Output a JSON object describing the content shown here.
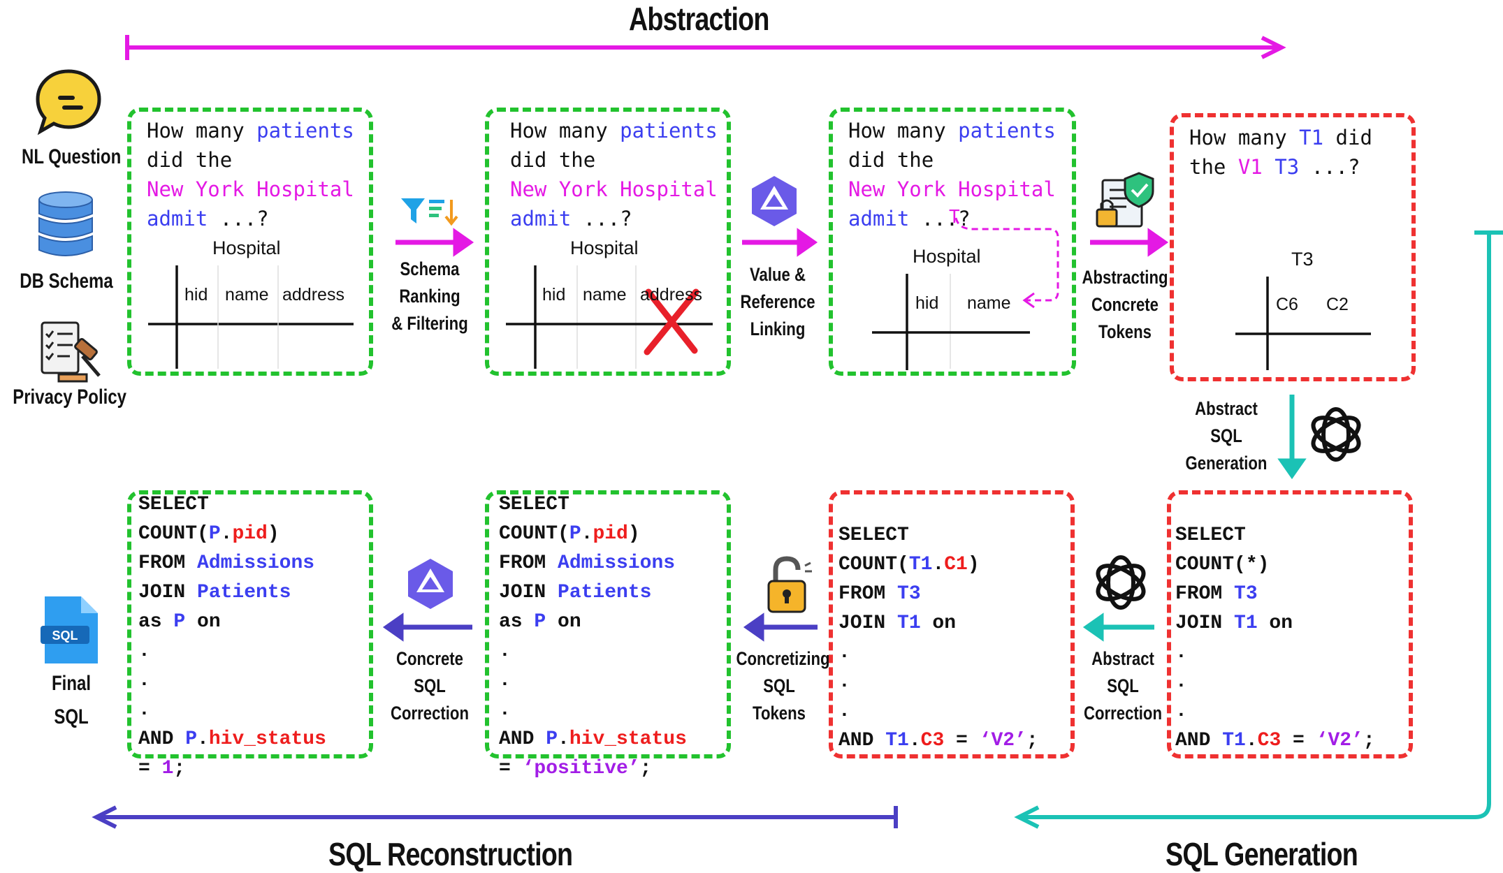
{
  "headings": {
    "abstraction": "Abstraction",
    "sql_reconstruction": "SQL Reconstruction",
    "sql_generation": "SQL Generation"
  },
  "inputs": {
    "nl_question": "NL Question",
    "db_schema": "DB Schema",
    "privacy_policy": "Privacy Policy",
    "final_sql": [
      "Final",
      "SQL"
    ],
    "sql_file_tag": "SQL"
  },
  "question": {
    "line1_a": "How many ",
    "line1_b": "patients",
    "line2": "did the",
    "line3": "New York Hospital",
    "line4_a": "admit",
    "line4_b": " ...?"
  },
  "abstract_question": {
    "line1_a": "How many ",
    "line1_b": "T1",
    "line1_c": " did",
    "line2_a": "the ",
    "line2_b": "V1",
    "line2_c": "T3",
    "line2_d": " ...?"
  },
  "mini_cursor": "T",
  "tables": {
    "hospital": "Hospital",
    "hid": "hid",
    "name": "name",
    "address": "address",
    "t3": "T3",
    "c6": "C6",
    "c2": "C2"
  },
  "step_labels": {
    "schema_ranking": [
      "Schema",
      "Ranking",
      "& Filtering"
    ],
    "value_linking": [
      "Value &",
      "Reference",
      "Linking"
    ],
    "abstracting": [
      "Abstracting",
      "Concrete",
      "Tokens"
    ],
    "abstract_generation": [
      "Abstract",
      "SQL",
      "Generation"
    ],
    "abstract_correction": [
      "Abstract",
      "SQL",
      "Correction"
    ],
    "concretizing": [
      "Concretizing",
      "SQL",
      "Tokens"
    ],
    "concrete_correction": [
      "Concrete",
      "SQL",
      "Correction"
    ]
  },
  "sql_final": {
    "l1": "SELECT",
    "l2_a": "COUNT(",
    "l2_b": "P",
    "l2_c": ".",
    "l2_d": "pid",
    "l2_e": ")",
    "l3_a": "FROM ",
    "l3_b": "Admissions",
    "l4_a": "JOIN ",
    "l4_b": "Patients",
    "l5_a": "as ",
    "l5_b": "P",
    "l5_c": " on",
    "dot": ".",
    "l9_a": "AND ",
    "l9_b": "P",
    "l9_c": ".",
    "l9_d": "hiv_status",
    "l10_a": "= ",
    "l10_b": "1",
    "l10_c": ";"
  },
  "sql_concrete": {
    "l1": "SELECT",
    "l2_a": "COUNT(",
    "l2_b": "P",
    "l2_c": ".",
    "l2_d": "pid",
    "l2_e": ")",
    "l3_a": "FROM ",
    "l3_b": "Admissions",
    "l4_a": "JOIN ",
    "l4_b": "Patients",
    "l5_a": "as ",
    "l5_b": "P",
    "l5_c": " on",
    "dot": ".",
    "l9_a": "AND ",
    "l9_b": "P",
    "l9_c": ".",
    "l9_d": "hiv_status",
    "l10_a": "= ",
    "l10_b": "‘positive’",
    "l10_c": ";"
  },
  "sql_abstract_corrected": {
    "l1": "SELECT",
    "l2_a": "COUNT(",
    "l2_b": "T1",
    "l2_c": ".",
    "l2_d": "C1",
    "l2_e": ")",
    "l3_a": "FROM ",
    "l3_b": "T3",
    "l4_a": "JOIN ",
    "l4_b": "T1",
    "l4_c": " on",
    "dot": ".",
    "l8_a": "AND ",
    "l8_b": "T1",
    "l8_c": ".",
    "l8_d": "C3",
    "l8_e": " = ",
    "l8_f": "‘V2’",
    "l8_g": ";"
  },
  "sql_abstract": {
    "l1": "SELECT",
    "l2": "COUNT(*)",
    "l3_a": "FROM ",
    "l3_b": "T3",
    "l4_a": "JOIN ",
    "l4_b": "T1",
    "l4_c": " on",
    "dot": ".",
    "l8_a": "AND ",
    "l8_b": "T1",
    "l8_c": ".",
    "l8_d": "C3",
    "l8_e": " = ",
    "l8_f": "‘V2’",
    "l8_g": ";"
  },
  "colors": {
    "green": "#22c22e",
    "red": "#ef3131",
    "magenta": "#e419e4",
    "teal": "#1bc2b5",
    "indigo": "#4b3fc4",
    "blue_token": "#3b3ef0",
    "red_token": "#ee1d1d",
    "purple_token": "#a21de6"
  },
  "icons": [
    "chat-bubble-icon",
    "database-icon",
    "checklist-gavel-icon",
    "sql-file-icon",
    "filter-sort-icon",
    "qwen-logo-icon",
    "secure-document-icon",
    "openai-logo-icon",
    "unlock-icon",
    "cross-out-icon"
  ]
}
